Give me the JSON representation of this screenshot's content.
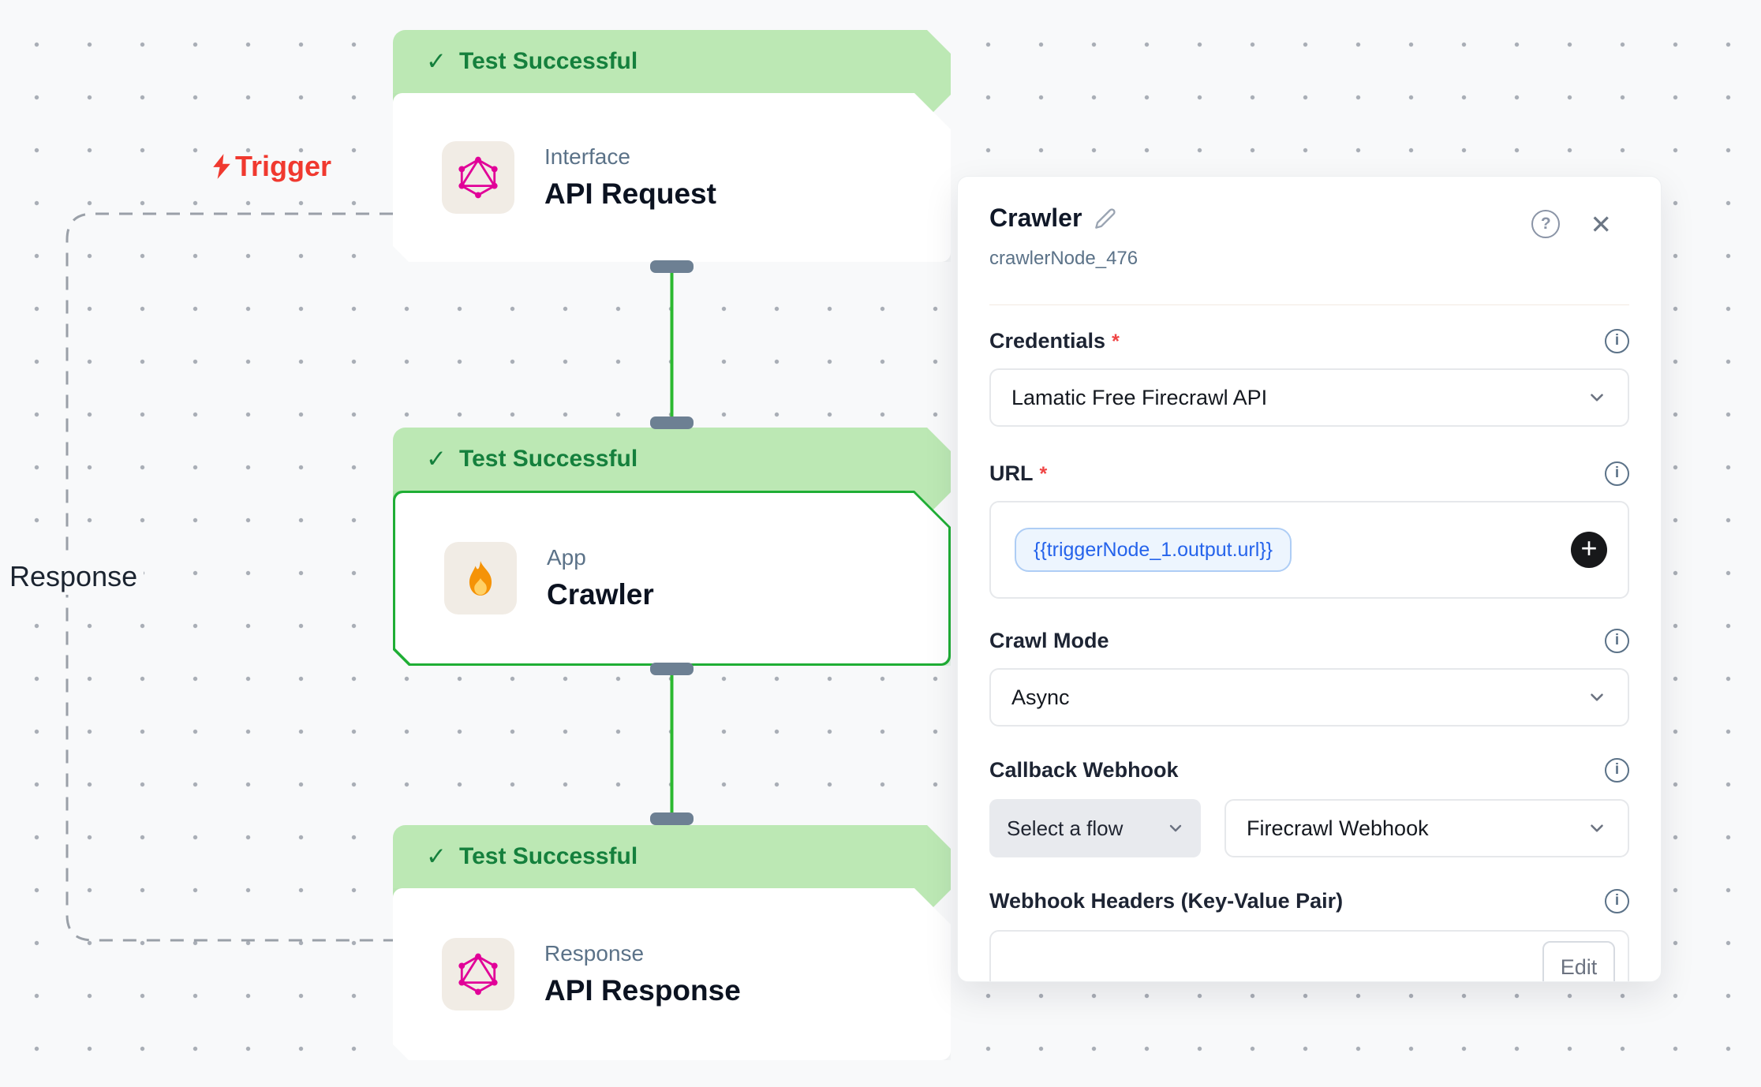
{
  "canvas": {
    "trigger_label": "Trigger",
    "response_label": "Response",
    "nodes": [
      {
        "status": "Test Successful",
        "category": "Interface",
        "title": "API Request",
        "icon": "graphql-icon",
        "selected": false
      },
      {
        "status": "Test Successful",
        "category": "App",
        "title": "Crawler",
        "icon": "fire-icon",
        "selected": true
      },
      {
        "status": "Test Successful",
        "category": "Response",
        "title": "API Response",
        "icon": "graphql-icon",
        "selected": false
      }
    ]
  },
  "panel": {
    "title": "Crawler",
    "node_id": "crawlerNode_476",
    "required_marker": "*",
    "credentials": {
      "label": "Credentials",
      "value": "Lamatic Free Firecrawl API"
    },
    "url": {
      "label": "URL",
      "chip": "{{triggerNode_1.output.url}}"
    },
    "crawl_mode": {
      "label": "Crawl Mode",
      "value": "Async"
    },
    "callback_webhook": {
      "label": "Callback Webhook",
      "flow_placeholder": "Select a flow",
      "value": "Firecrawl Webhook"
    },
    "webhook_headers": {
      "label": "Webhook Headers (Key-Value Pair)",
      "edit_label": "Edit"
    }
  },
  "icons": {
    "check": "✓",
    "close": "✕",
    "help": "?",
    "info": "i",
    "plus": "+"
  },
  "colors": {
    "canvas_bg": "#f8f9fa",
    "dot_grid": "#a9aeb6",
    "banner_green_bg": "#bce8b4",
    "banner_green_text": "#15803d",
    "selected_border_green": "#1fae35",
    "connector_green": "#2cb930",
    "handle_slate": "#6d8093",
    "trigger_red": "#f0392f",
    "chip_blue": "#2563eb",
    "chip_bg": "#edf5fe",
    "graphql_pink": "#e10098",
    "required_red": "#ef4444",
    "subtitle_slate": "#5b7288"
  }
}
